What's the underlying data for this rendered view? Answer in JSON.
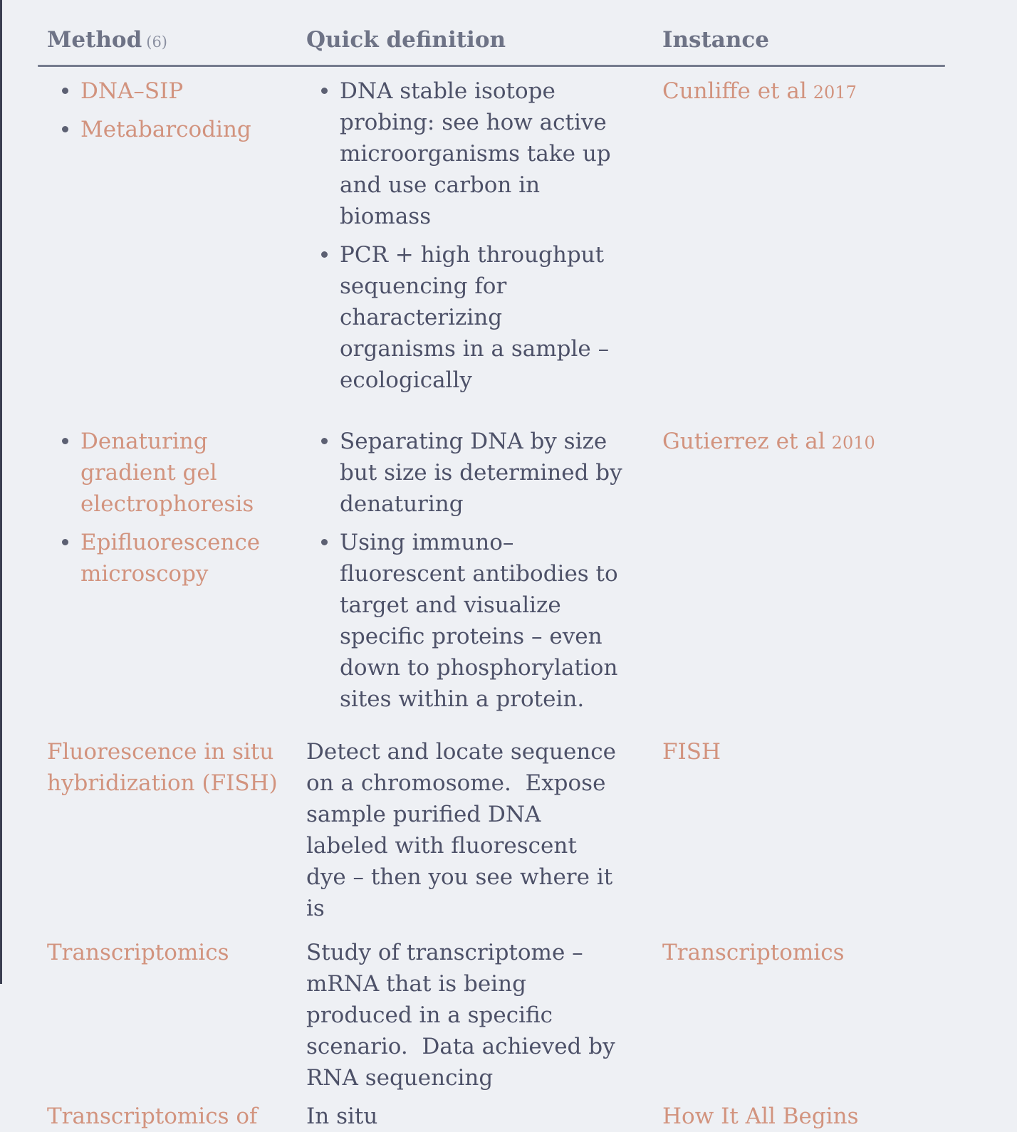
{
  "page": {
    "background_color": "#eef0f4",
    "accent_color": "#d2937e",
    "body_text_color": "#4d5168",
    "header_text_color": "#6e7386",
    "rule_color": "#757b8d",
    "edge_bar_color": "#3b3f51"
  },
  "table": {
    "columns": [
      {
        "label": "Method",
        "count": "(6)"
      },
      {
        "label": "Quick definition",
        "count": ""
      },
      {
        "label": "Instance",
        "count": ""
      }
    ],
    "rows": [
      {
        "method_items": [
          "DNA–SIP",
          "Metabarcoding"
        ],
        "definition_items": [
          "DNA stable isotope probing: see how active microorganisms take up and use carbon in biomass",
          "PCR + high throughput sequencing for characterizing organisms in a sample – ecologically"
        ],
        "instance_text": "Cunliffe et al",
        "instance_year": "2017"
      },
      {
        "method_items": [
          "Denaturing gradient gel electrophoresis",
          "Epifluorescence microscopy"
        ],
        "definition_items": [
          "Separating DNA by size but size is determined by denaturing",
          "Using immuno–fluorescent antibodies to target and visualize specific proteins – even down to phosphorylation sites within a protein."
        ],
        "instance_text": "Gutierrez et al",
        "instance_year": "2010"
      },
      {
        "method_text": "Fluorescence in situ hybridization (FISH)",
        "definition_text": "Detect and locate sequence on a chromosome.  Expose sample purified DNA labeled with fluorescent dye – then you see where it is",
        "instance_text": "FISH",
        "instance_year": ""
      },
      {
        "method_text": "Transcriptomics",
        "definition_text": "Study of transcriptome – mRNA that is being produced in a specific scenario.  Data achieved by RNA sequencing",
        "instance_text": "Transcriptomics",
        "instance_year": ""
      },
      {
        "clipped": true,
        "method_text": "Transcriptomics of",
        "definition_text": "In situ",
        "instance_text": "How It All Begins",
        "instance_year": ""
      }
    ]
  }
}
